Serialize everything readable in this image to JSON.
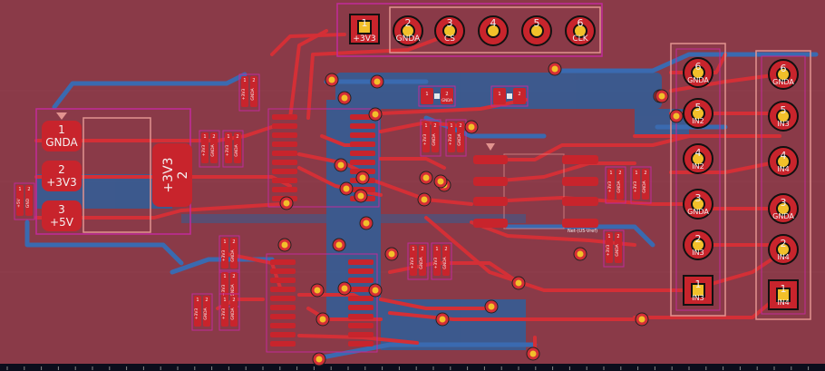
{
  "colors": {
    "board": "#8a3a48",
    "copper_front": "#d42f36",
    "copper_back": "#2f5f9a",
    "silk": "#e2938f",
    "fab": "#c12a9a",
    "pad": "#c8242c",
    "via_ring": "#f2c02a",
    "ruler_bg": "#0b0d1c"
  },
  "connectors": {
    "top_header": {
      "pins": [
        {
          "num": "1",
          "net": "+3V3"
        },
        {
          "num": "2",
          "net": "GNDA"
        },
        {
          "num": "3",
          "net": "CS"
        },
        {
          "num": "4",
          "net": ""
        },
        {
          "num": "5",
          "net": ""
        },
        {
          "num": "6",
          "net": "CLK"
        }
      ]
    },
    "left_power": {
      "pins": [
        {
          "num": "1",
          "net": "GNDA"
        },
        {
          "num": "2",
          "net": "+3V3"
        },
        {
          "num": "3",
          "net": "+5V"
        }
      ],
      "regulator": {
        "num": "2",
        "net": "+3V3"
      }
    },
    "right_header_a": {
      "pins": [
        {
          "num": "6",
          "net": "GNDA"
        },
        {
          "num": "5",
          "net": "IN2"
        },
        {
          "num": "4",
          "net": "IN2"
        },
        {
          "num": "3",
          "net": "GNDA"
        },
        {
          "num": "2",
          "net": "IN3"
        },
        {
          "num": "1",
          "net": "IN3"
        }
      ]
    },
    "right_header_b": {
      "pins": [
        {
          "num": "6",
          "net": "GNDA"
        },
        {
          "num": "5",
          "net": "IN3"
        },
        {
          "num": "4",
          "net": "IN4"
        },
        {
          "num": "3",
          "net": "GNDA"
        },
        {
          "num": "2",
          "net": "IN4"
        },
        {
          "num": "1",
          "net": "IN4"
        }
      ]
    }
  },
  "small_parts": {
    "cap_left": {
      "a": "+5V",
      "b": "GND",
      "n1": "1",
      "n2": "2"
    },
    "caps_upper_left": [
      {
        "a": "+3V3",
        "b": "GNDA",
        "n1": "1",
        "n2": "2"
      },
      {
        "a": "+3V3",
        "b": "GNDA",
        "n1": "1",
        "n2": "2"
      }
    ],
    "cap_top_left": {
      "a": "+3V3",
      "b": "GNDA",
      "n1": "1",
      "n2": "2"
    },
    "caps_upper_mid": [
      {
        "a": "+3V3",
        "b": "GNDA",
        "n1": "1",
        "n2": "2"
      },
      {
        "a": "+3V3",
        "b": "GNDA",
        "n1": "1",
        "n2": "2"
      }
    ],
    "caps_lower_left": [
      {
        "a": "+3V3",
        "b": "GNDA",
        "n1": "1",
        "n2": "2"
      },
      {
        "a": "+3V3",
        "b": "GNDA",
        "n1": "1",
        "n2": "2"
      }
    ],
    "caps_lower_far_left": [
      {
        "a": "+3V3",
        "b": "GNDA",
        "n1": "1",
        "n2": "2"
      },
      {
        "a": "+3V3",
        "b": "GNDA",
        "n1": "1",
        "n2": "2"
      }
    ],
    "caps_lower_mid": [
      {
        "a": "+3V3",
        "b": "GNDA",
        "n1": "1",
        "n2": "2"
      },
      {
        "a": "+3V3",
        "b": "GNDA",
        "n1": "1",
        "n2": "2"
      }
    ],
    "caps_right_mid": [
      {
        "a": "+3V3",
        "b": "GNDA",
        "n1": "1",
        "n2": "2"
      },
      {
        "a": "+3V3",
        "b": "GNDA",
        "n1": "1",
        "n2": "2"
      }
    ],
    "cap_right_low": {
      "a": "+3V3",
      "b": "GNDA",
      "n1": "1",
      "n2": "2"
    },
    "resistor_top_a": {
      "n1": "1",
      "n2": "2",
      "net": "GNDA"
    },
    "resistor_top_b": {
      "n1": "1",
      "n2": "2"
    }
  },
  "ic_center_label": "Net-(U5-Vref)"
}
